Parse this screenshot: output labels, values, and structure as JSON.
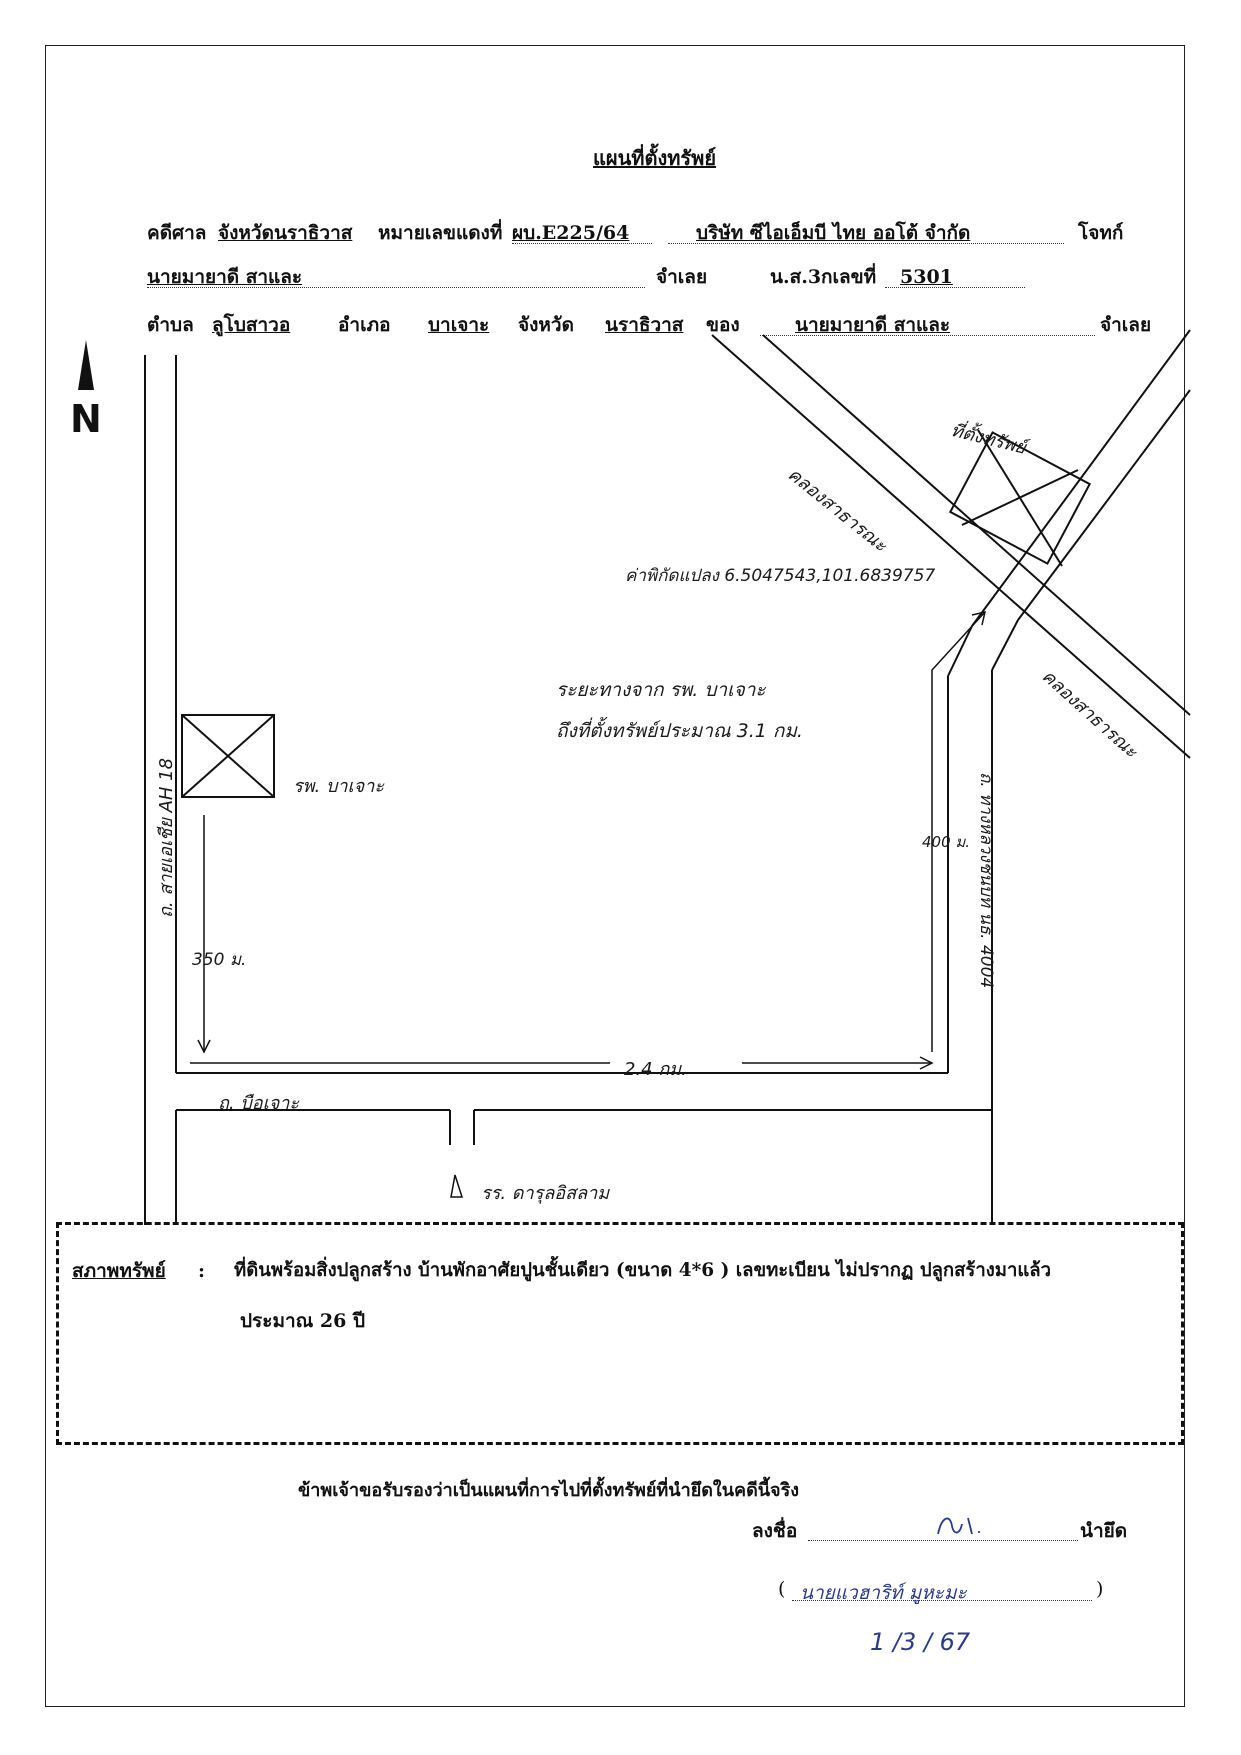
{
  "header": {
    "title": "แผนที่ตั้งทรัพย์",
    "court_label": "คดีศาล",
    "court_value": "จังหวัดนราธิวาส",
    "case_no_label": "หมายเลขแดงที่",
    "case_no_value": "ผบ.E225/64",
    "plaintiff_name": "บริษัท ซีไอเอ็มบี ไทย ออโต้ จำกัด",
    "plaintiff_label": "โจทก์",
    "defendant_name": "นายมายาดี สาและ",
    "defendant_label": "จำเลย",
    "deed_label": "น.ส.3กเลขที่",
    "deed_value": "5301",
    "subdistrict_label": "ตำบล",
    "subdistrict_value": "ลูโบสาวอ",
    "district_label": "อำเภอ",
    "district_value": "บาเจาะ",
    "province_label": "จังหวัด",
    "province_value": "นราธิวาส",
    "owner_label": "ของ",
    "owner_name": "นายมายาดี สาและ",
    "owner_role": "จำเลย"
  },
  "map": {
    "north_label": "N",
    "canal_label_1": "คลองสาธารณะ",
    "canal_label_2": "คลองสาธารณะ",
    "property_label": "ที่ตั้งทรัพย์",
    "coordinates": "ค่าพิกัดแปลง 6.5047543,101.6839757",
    "distance_line_1": "ระยะทางจาก รพ. บาเจาะ",
    "distance_line_2": "ถึงที่ตั้งทรัพย์ประมาณ 3.1 กม.",
    "hospital_label": "รพ. บาเจาะ",
    "highway_label": "ถ. สายเอเชีย AH 18",
    "road_east_label": "ถ. ทางหลวงชนบท นธ. 4004",
    "dist_350": "350 ม.",
    "dist_400": "400 ม.",
    "dist_24": "2.4 กม.",
    "road_south_label": "ถ. บือเจาะ",
    "school_label": "รร. ดารุลอิสลาม"
  },
  "condition": {
    "label": "สภาพทรัพย์",
    "colon": ":",
    "line_1": "ที่ดินพร้อมสิ่งปลูกสร้าง บ้านพักอาศัยปูนชั้นเดียว (ขนาด 4*6 ) เลขทะเบียน ไม่ปรากฏ ปลูกสร้างมาแล้ว",
    "line_2": "ประมาณ 26 ปี"
  },
  "certification": {
    "statement": "ข้าพเจ้าขอรับรองว่าเป็นแผนที่การไปที่ตั้งทรัพย์ที่นำยึดในคดีนี้จริง",
    "sign_label": "ลงชื่อ",
    "signer_role": "นำยึด",
    "printed_name": "นายแวฮาริท์ มูหะมะ",
    "date": "1 /3 / 67"
  }
}
